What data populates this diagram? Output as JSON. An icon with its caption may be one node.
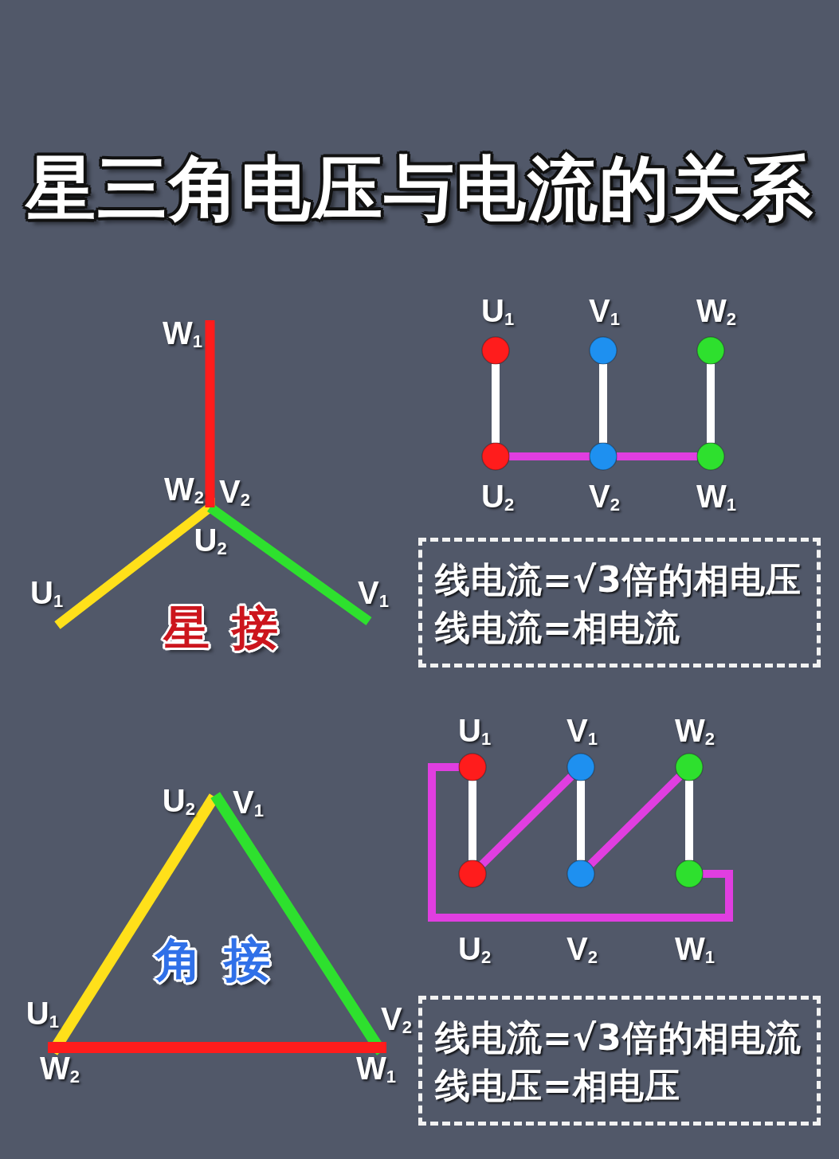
{
  "diagram": {
    "title": "星三角电压与电流的关系",
    "nodes": [
      {
        "text": [
          "W$_{1}$"
        ]
      },
      {
        "text": [
          "W$_{2}$"
        ]
      },
      {
        "text": [
          "V$_{2}$"
        ]
      },
      {
        "text": [
          "U$_{2}$"
        ]
      },
      {
        "text": [
          "U$_{1}$"
        ]
      },
      {
        "text": [
          "V$_{1}$"
        ]
      },
      {
        "text": [
          "U$_{1}$"
        ]
      },
      {
        "text": [
          "V$_{1}$"
        ]
      },
      {
        "text": [
          "W$_{2}$"
        ]
      },
      {
        "text": [
          "U$_{2}$"
        ]
      },
      {
        "text": [
          "V$_{2}$"
        ]
      },
      {
        "text": [
          "W$_{1}$"
        ]
      },
      {
        "text": [
          "线电流=√3倍的相电压",
          "线电流=相电流"
        ]
      },
      {
        "text": [
          "U$_{2}$"
        ]
      },
      {
        "text": [
          "V$_{1}$"
        ]
      },
      {
        "text": [
          "U$_{1}$"
        ]
      },
      {
        "text": [
          "V$_{2}$"
        ]
      },
      {
        "text": [
          "W$_{2}$"
        ]
      },
      {
        "text": [
          "W$_{1}$"
        ]
      },
      {
        "text": [
          "U$_{1}$"
        ]
      },
      {
        "text": [
          "V$_{1}$"
        ]
      },
      {
        "text": [
          "W$_{2}$"
        ]
      },
      {
        "text": [
          "U$_{2}$"
        ]
      },
      {
        "text": [
          "V$_{2}$"
        ]
      },
      {
        "text": [
          "W$_{1}$"
        ]
      },
      {
        "text": [
          "线电流=√3倍的相电流",
          "线电压=相电压"
        ]
      }
    ],
    "edges": [
      {
        "from": 0,
        "to": 1,
        "arrow": "none",
        "color": "#ff1c1c"
      },
      {
        "from": 4,
        "to": 3,
        "arrow": "none",
        "color": "#ffe01a"
      },
      {
        "from": 5,
        "to": 2,
        "arrow": "none",
        "color": "#2ee02e"
      },
      {
        "from": 6,
        "to": 9,
        "arrow": "none"
      },
      {
        "from": 7,
        "to": 10,
        "arrow": "none"
      },
      {
        "from": 8,
        "to": 11,
        "arrow": "none"
      },
      {
        "from": 9,
        "to": 10,
        "arrow": "none",
        "color": "#e03ee0"
      },
      {
        "from": 10,
        "to": 11,
        "arrow": "none",
        "color": "#e03ee0"
      },
      {
        "from": 15,
        "to": 13,
        "arrow": "none",
        "color": "#ffe01a"
      },
      {
        "from": 14,
        "to": 16,
        "arrow": "none",
        "color": "#2ee02e"
      },
      {
        "from": 17,
        "to": 18,
        "arrow": "none",
        "color": "#ff1c1c"
      },
      {
        "from": 19,
        "to": 22,
        "arrow": "none"
      },
      {
        "from": 20,
        "to": 23,
        "arrow": "none"
      },
      {
        "from": 21,
        "to": 24,
        "arrow": "none"
      },
      {
        "from": 19,
        "to": 24,
        "arrow": "none",
        "color": "#e03ee0"
      },
      {
        "from": 22,
        "to": 20,
        "arrow": "none",
        "color": "#e03ee0"
      },
      {
        "from": 23,
        "to": 21,
        "arrow": "none",
        "color": "#e03ee0"
      }
    ],
    "labels": [
      "星接",
      "角接"
    ]
  }
}
